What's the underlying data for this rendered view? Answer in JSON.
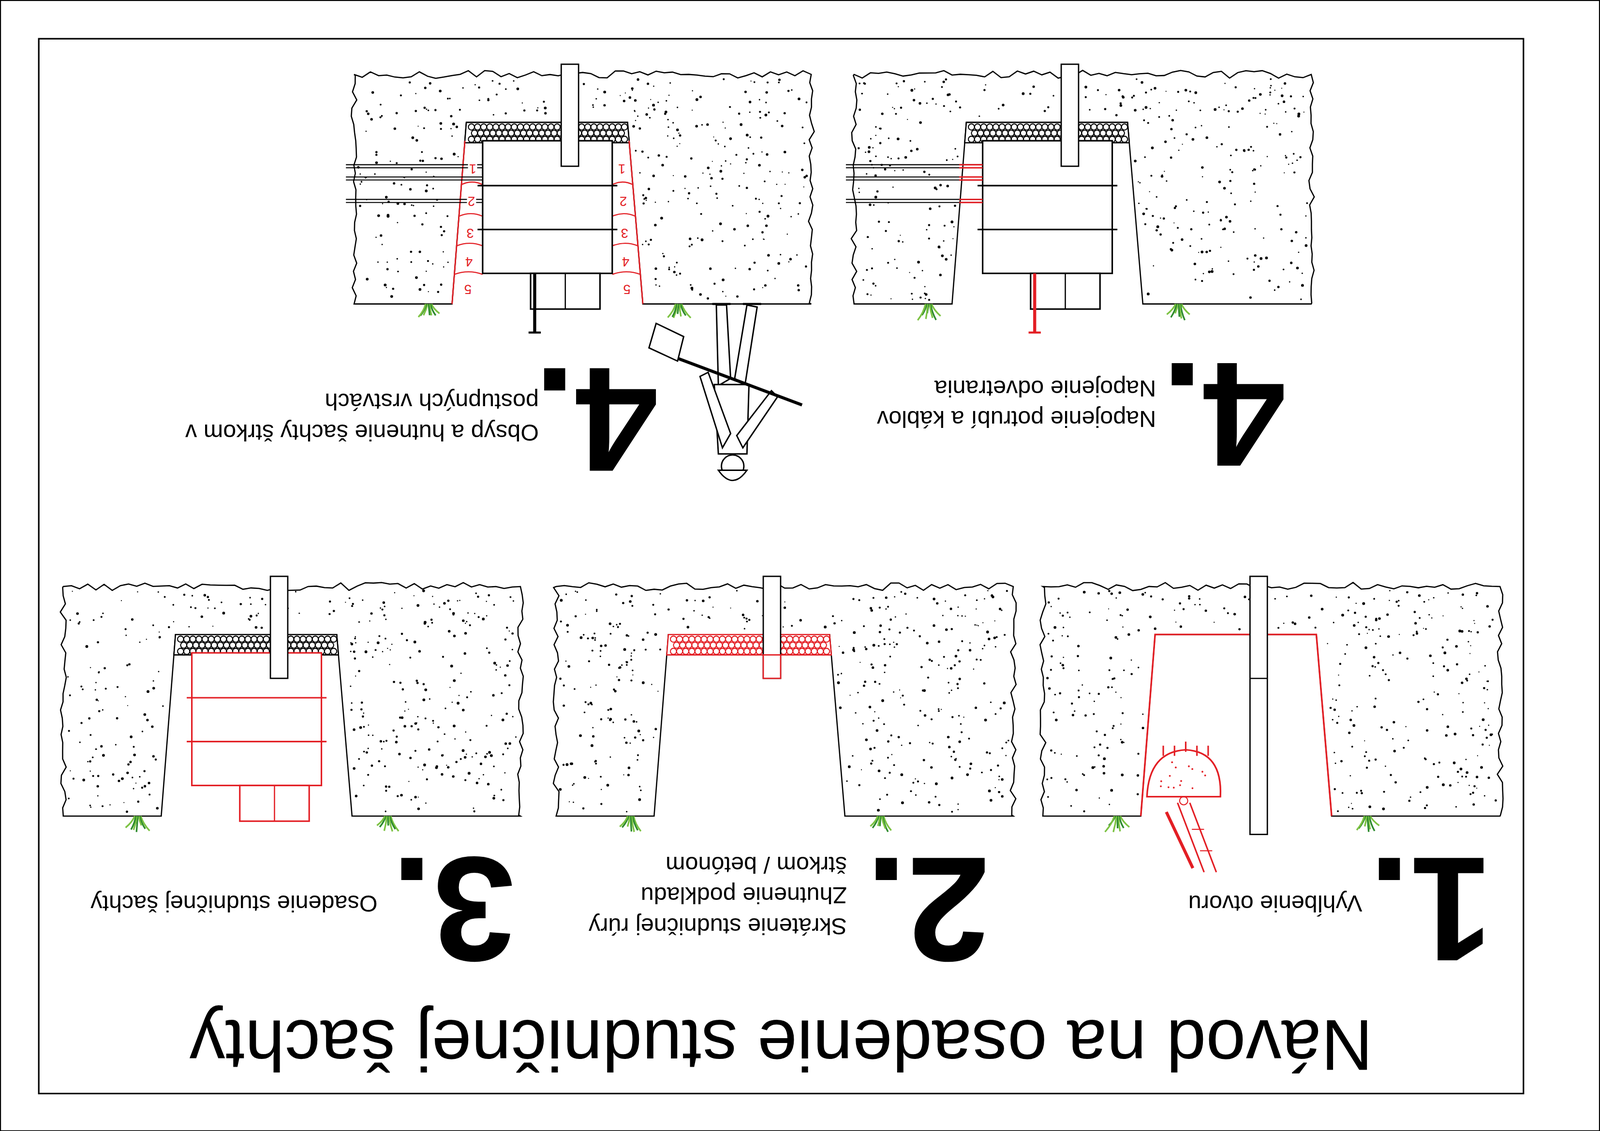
{
  "diagram": {
    "title": "Návod na osadenie studničnej šachty",
    "labels": [
      "1.",
      "Vyhĺbenie otvoru",
      "2.",
      "Skrátenie studničnej rúry",
      "Zhutnenie podkladu štrkom / betónom",
      "3.",
      "Osadenie studničnej šachty",
      "4.",
      "Napojenie potrubí a káblov",
      "Napojenie odvetrania",
      "4.",
      "Obsyp a hutnenie šachty štrkom v postupných vrstvách",
      "1",
      "2",
      "3",
      "4",
      "5",
      "1",
      "2",
      "3",
      "4",
      "5"
    ]
  }
}
